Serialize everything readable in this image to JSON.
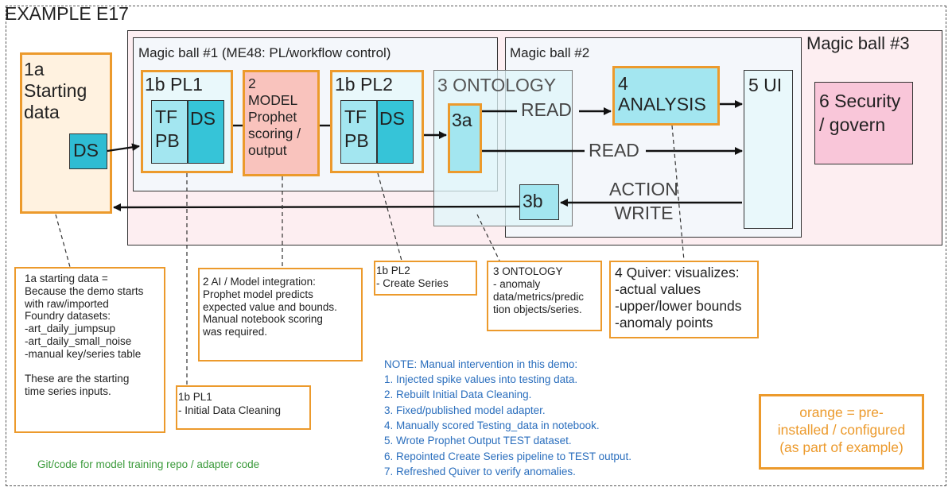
{
  "title": "EXAMPLE E17",
  "magic_balls": {
    "mb1": "Magic ball #1 (ME48: PL/workflow control)",
    "mb2": "Magic ball #2",
    "mb3": "Magic ball #3"
  },
  "nodes": {
    "starting_data": "1a\nStarting\ndata",
    "ds": "DS",
    "pl1": "1b PL1",
    "tf_pb": "TF\nPB",
    "model": "2\nMODEL\nProphet\nscoring /\noutput",
    "pl2": "1b PL2",
    "ontology": "3 ONTOLOGY",
    "n3a": "3a",
    "n3b": "3b",
    "analysis": "4\nANALYSIS",
    "ui": "5 UI",
    "security": "6 Security\n/ govern"
  },
  "edges": {
    "read1": "READ",
    "read2": "READ",
    "action_write": "ACTION\nWRITE"
  },
  "annotations": {
    "a1a": "1a starting data =\nBecause the demo starts\nwith raw/imported\nFoundry datasets:\n-art_daily_jumpsup\n-art_daily_small_noise\n-manual key/series table\n\nThese are the starting\ntime series inputs.",
    "a2": "2 AI / Model integration:\nProphet model predicts\nexpected value and bounds.\nManual notebook scoring\nwas required.",
    "a1b_pl1": "1b PL1\n  - Initial Data Cleaning",
    "a1b_pl2": "1b PL2\n  - Create Series",
    "a3": "3 ONTOLOGY\n- anomaly\ndata/metrics/predic\ntion objects/series.",
    "a4": "4 Quiver: visualizes:\n-actual values\n-upper/lower bounds\n-anomaly points"
  },
  "note": {
    "title": "NOTE: Manual intervention in this demo:",
    "items": [
      "1. Injected spike values into testing data.",
      "2. Rebuilt Initial Data Cleaning.",
      "3. Fixed/published model adapter.",
      "4. Manually scored Testing_data in notebook.",
      "5. Wrote Prophet Output TEST dataset.",
      "6. Repointed Create Series pipeline to TEST output.",
      "7. Refreshed Quiver to verify anomalies."
    ]
  },
  "git_note": "Git/code for model training repo / adapter code",
  "legend": "orange = pre-\ninstalled / configured\n(as part of example)",
  "colors": {
    "orange": "#ec9a2c",
    "pink_bg": "#fdeef1",
    "light_blue": "#e9f8fb",
    "cyan": "#a3e6f0",
    "teal": "#2fbcd3",
    "salmon": "#f9c3bd",
    "security_pink": "#f9c6d9",
    "note_blue": "#2a6ebd",
    "git_green": "#3a9a3a"
  }
}
